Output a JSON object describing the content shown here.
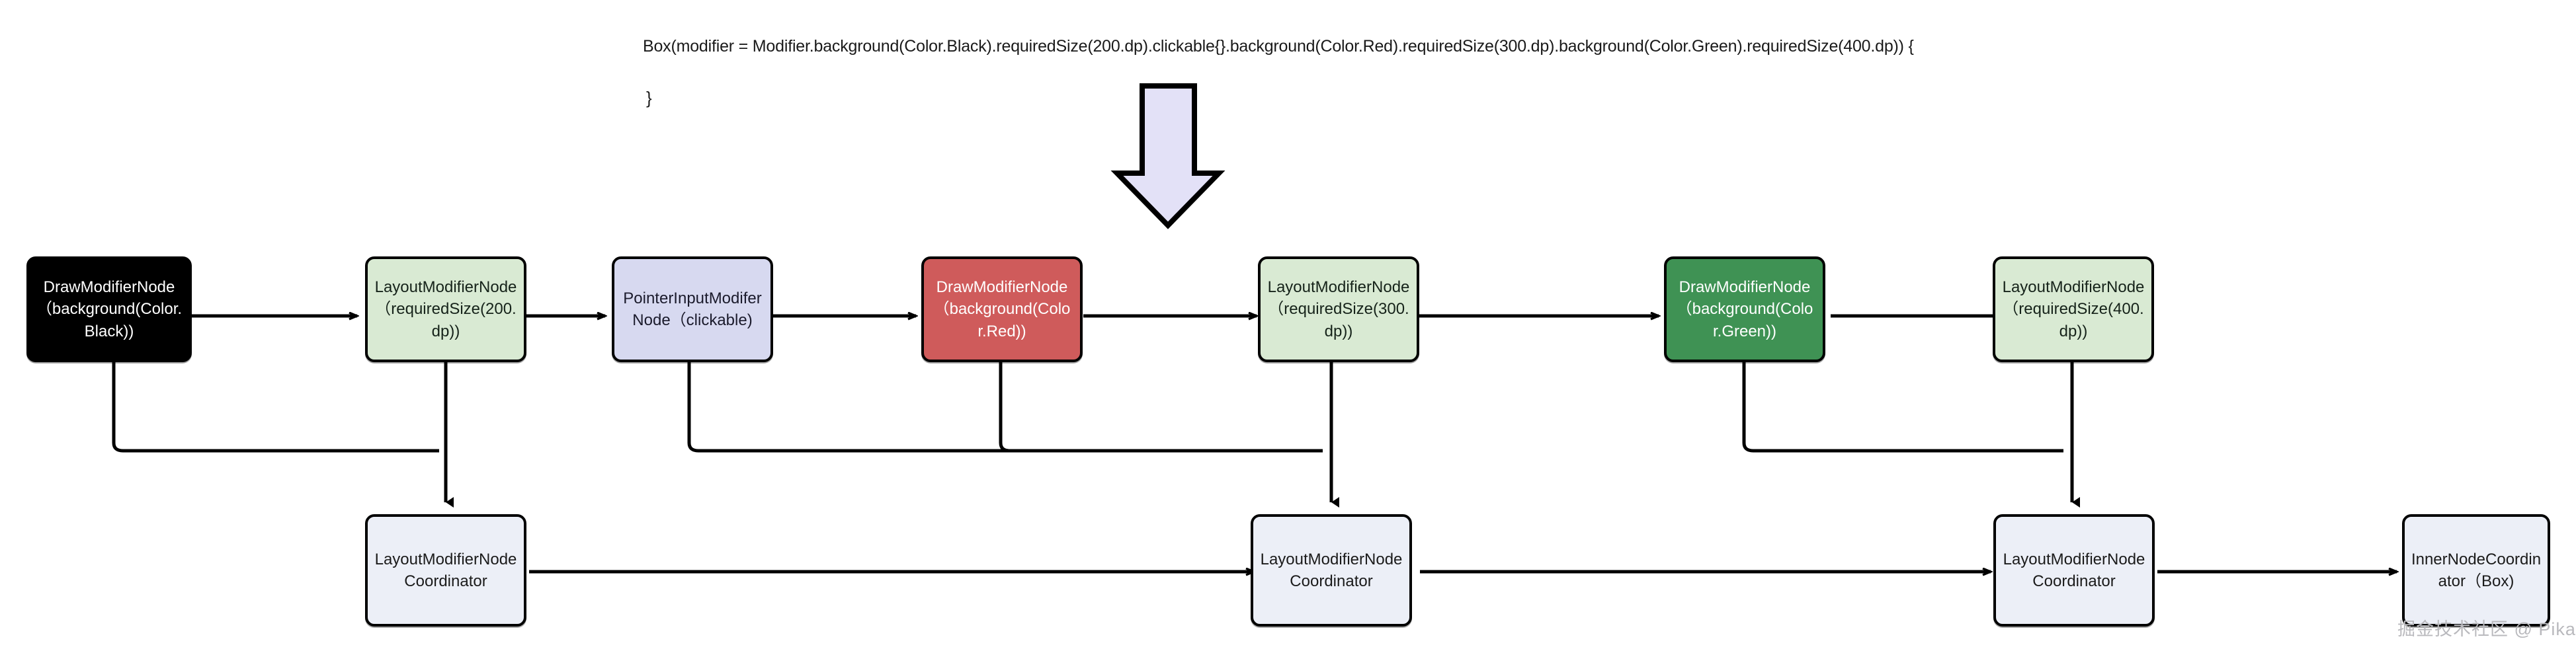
{
  "header": {
    "code_line": "Box(modifier = Modifier.background(Color.Black).requiredSize(200.dp).clickable{}.background(Color.Red).requiredSize(300.dp).background(Color.Green).requiredSize(400.dp)) {",
    "code_close_brace": "}"
  },
  "flow_arrow": {
    "icon": "down-arrow-icon",
    "fill": "#e3e1f7",
    "stroke": "#000000"
  },
  "colors": {
    "black_node": "#000000",
    "light_green_node": "#d9ead3",
    "lavender_node": "#d7d9f0",
    "red_node": "#cf5b5b",
    "green_node": "#3f9254",
    "grey_node": "#eceff7",
    "edge": "#000000",
    "watermark": "#b9b9bd"
  },
  "modifier_chain": [
    {
      "id": "draw-black",
      "label": "DrawModifierNode（background(Color.Black))",
      "style": "node-black"
    },
    {
      "id": "layout-200",
      "label": "LayoutModifierNode（requiredSize(200.dp))",
      "style": "node-lgreen"
    },
    {
      "id": "pointer-input",
      "label": "PointerInputModiferNode（clickable)",
      "style": "node-lavender"
    },
    {
      "id": "draw-red",
      "label": "DrawModifierNode（background(Color.Red))",
      "style": "node-red"
    },
    {
      "id": "layout-300",
      "label": "LayoutModifierNode（requiredSize(300.dp))",
      "style": "node-lgreen"
    },
    {
      "id": "draw-green",
      "label": "DrawModifierNode（background(Color.Green))",
      "style": "node-green"
    },
    {
      "id": "layout-400",
      "label": "LayoutModifierNode（requiredSize(400.dp))",
      "style": "node-lgreen"
    }
  ],
  "coordinator_chain": [
    {
      "id": "coord-1",
      "label": "LayoutModifierNodeCoordinator",
      "style": "node-grey"
    },
    {
      "id": "coord-2",
      "label": "LayoutModifierNodeCoordinator",
      "style": "node-grey"
    },
    {
      "id": "coord-3",
      "label": "LayoutModifierNodeCoordinator",
      "style": "node-grey"
    },
    {
      "id": "coord-4",
      "label": "InnerNodeCoordinator（Box)",
      "style": "node-grey"
    }
  ],
  "watermark": {
    "text": "掘金技术社区 @ Pika"
  }
}
